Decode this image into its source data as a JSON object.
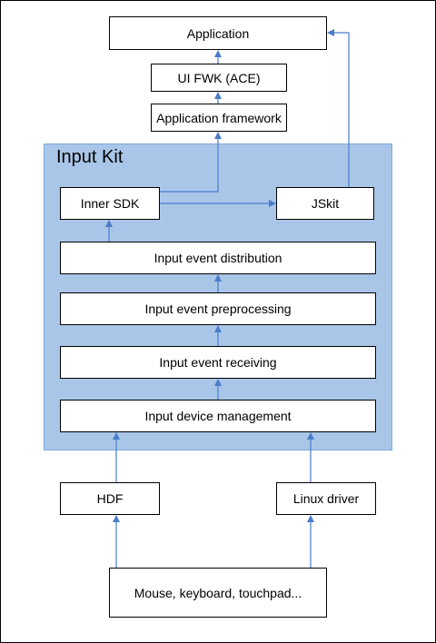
{
  "boxes": {
    "application": "Application",
    "ui_fwk": "UI FWK (ACE)",
    "app_framework": "Application framework",
    "inner_sdk": "Inner SDK",
    "jskit": "JSkit",
    "event_distribution": "Input event distribution",
    "event_preprocessing": "Input event preprocessing",
    "event_receiving": "Input event receiving",
    "device_management": "Input device management",
    "hdf": "HDF",
    "linux_driver": "Linux driver",
    "devices": "Mouse, keyboard, touchpad..."
  },
  "group": {
    "title": "Input Kit"
  },
  "colors": {
    "group_fill": "#a9c6e8",
    "group_border": "#7fa8dc",
    "arrow": "#4a7cc9"
  }
}
